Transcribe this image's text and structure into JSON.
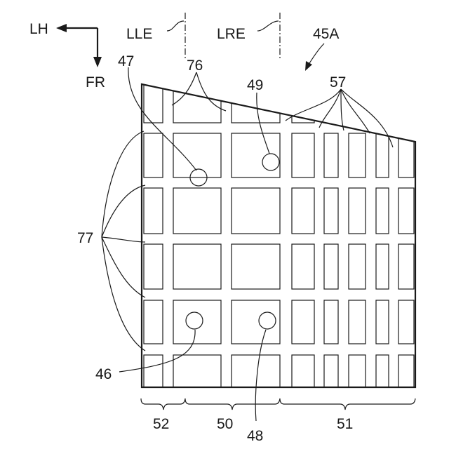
{
  "labels": {
    "lh": "LH",
    "fr": "FR",
    "lle": "LLE",
    "lre": "LRE",
    "part": "45A",
    "ref47": "47",
    "ref76": "76",
    "ref49": "49",
    "ref57": "57",
    "ref77": "77",
    "ref46": "46",
    "ref52": "52",
    "ref50": "50",
    "ref48": "48",
    "ref51": "51"
  }
}
